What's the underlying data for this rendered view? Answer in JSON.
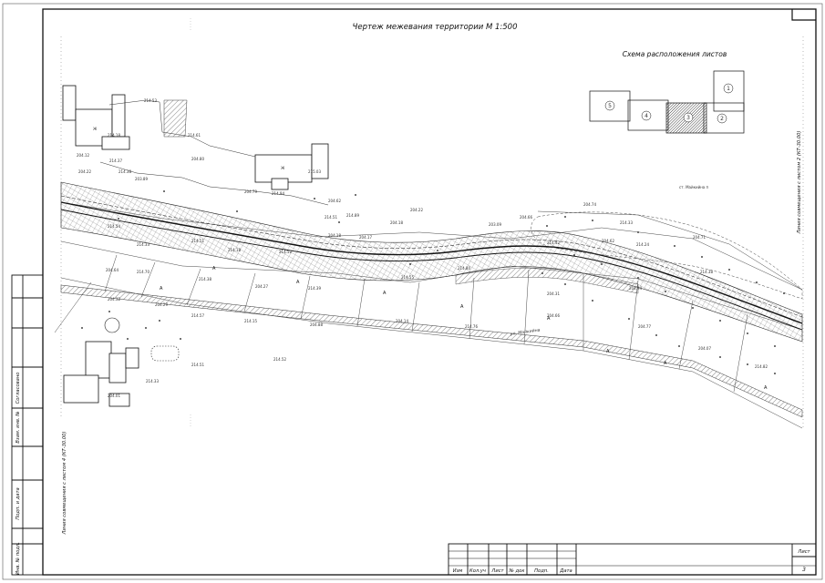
{
  "drawing": {
    "title": "Чертеж межевания территории М 1:500",
    "scheme_title": "Схема расположения листов",
    "sheets": [
      "1",
      "2",
      "3",
      "4",
      "5"
    ],
    "street_label": "ул. Майкийна",
    "small_label": "ст. Майкийна п",
    "match_line_right": "Линия совмещения с листом 2 (КТ-30.00)",
    "match_line_left": "Линия совмещения с листом 4 (КТ-30.00)",
    "house_label": "Ж",
    "elevation_labels": [
      "214.53",
      "214.18",
      "214.61",
      "204.12",
      "214.37",
      "204.22",
      "214.38",
      "204.80",
      "215.03",
      "214.94",
      "203.89",
      "204.79",
      "204.62",
      "214.51",
      "214.89",
      "204.18",
      "204.18",
      "204.22",
      "203.09",
      "204.66",
      "204.74",
      "214.33",
      "204.71",
      "214.54",
      "214.33",
      "214.51",
      "214.18",
      "214.52",
      "204.17",
      "214.42",
      "204.62",
      "214.24",
      "204.64",
      "214.70",
      "214.38",
      "204.27",
      "214.39",
      "214.55",
      "214.80",
      "204.31",
      "204.94",
      "214.38",
      "204.32",
      "204.29",
      "214.57",
      "214.15",
      "204.88",
      "204.14",
      "214.76",
      "204.66",
      "204.77",
      "204.07",
      "214.82",
      "204.01",
      "214.33",
      "214.51",
      "214.52"
    ]
  },
  "sidebar": {
    "field_1": "Согласовано",
    "field_2": "Взам. инв. №",
    "field_3": "Подп. и дата",
    "field_4": "Инв. № подл."
  },
  "title_block": {
    "columns": [
      "Изм",
      "Кол.уч",
      "Лист",
      "№ док",
      "Подп.",
      "Дата"
    ],
    "sheet_label": "Лист",
    "sheet_number": "3"
  }
}
